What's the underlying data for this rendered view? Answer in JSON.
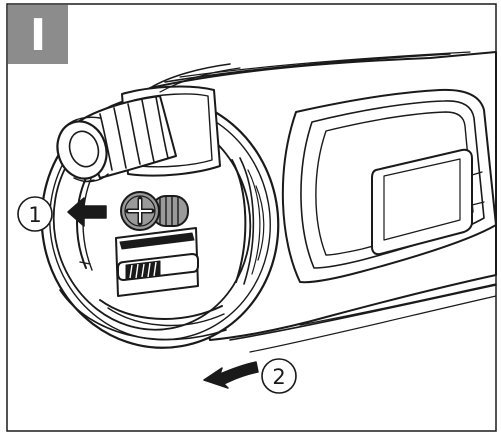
{
  "panel": {
    "letter": "I",
    "badge_color": "#8c8c8c"
  },
  "callouts": [
    {
      "number": "1",
      "meaning": "pull-out"
    },
    {
      "number": "2",
      "meaning": "slide-off"
    }
  ],
  "colors": {
    "line": "#1a1a1a",
    "fill": "#ffffff",
    "dark": "#1a1a1a",
    "screw": "#9a9a9a"
  }
}
